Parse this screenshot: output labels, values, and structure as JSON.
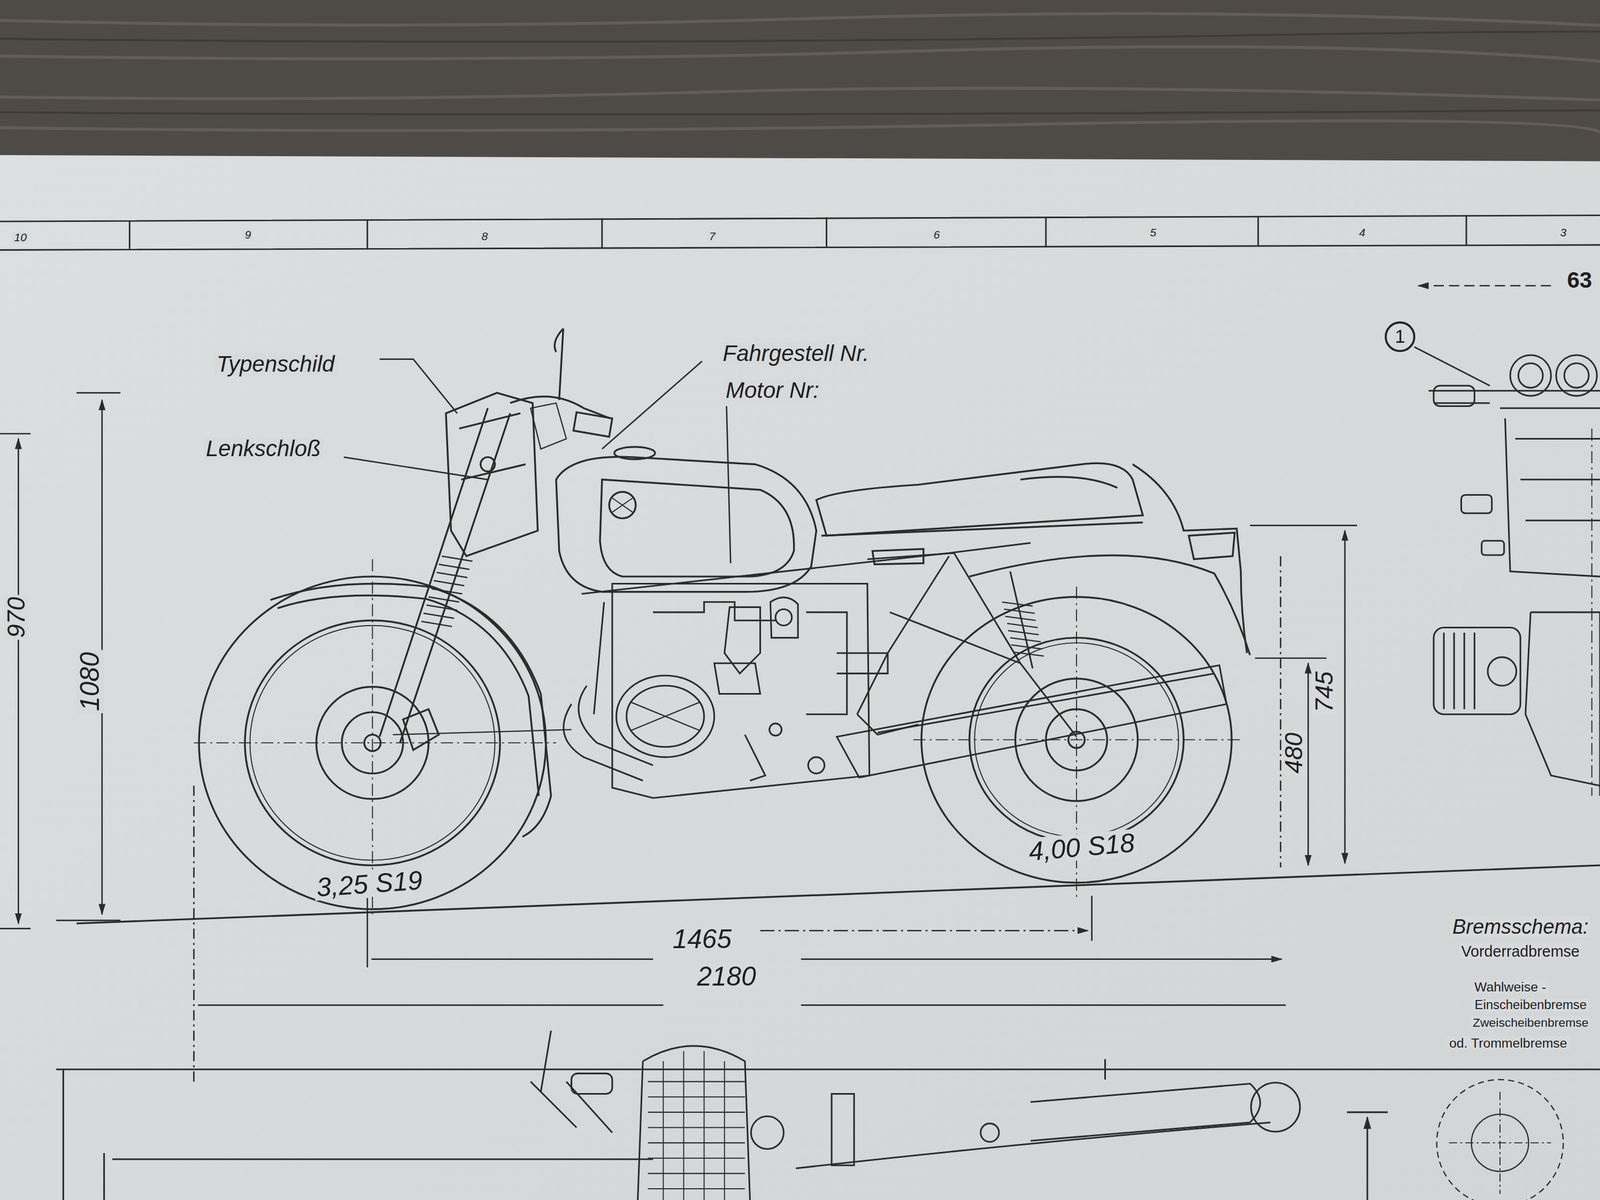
{
  "diagram": {
    "nodes": [
      {
        "text": [
          "1"
        ]
      }
    ],
    "labels": [
      "10",
      "9",
      "8",
      "7",
      "6",
      "5",
      "4",
      "3",
      "63",
      "Typenschild",
      "Fahrgestell Nr.",
      "Motor Nr:",
      "Lenkschloß",
      "970",
      "1080",
      "745",
      "480",
      "3,25 S19",
      "4,00 S18",
      "1465",
      "2180",
      "Bremsschema:",
      "Vorderradbremse",
      "Wahlweise -",
      "Einscheibenbremse",
      "Zweischeibenbremse",
      "od. Trommelbremse"
    ]
  }
}
